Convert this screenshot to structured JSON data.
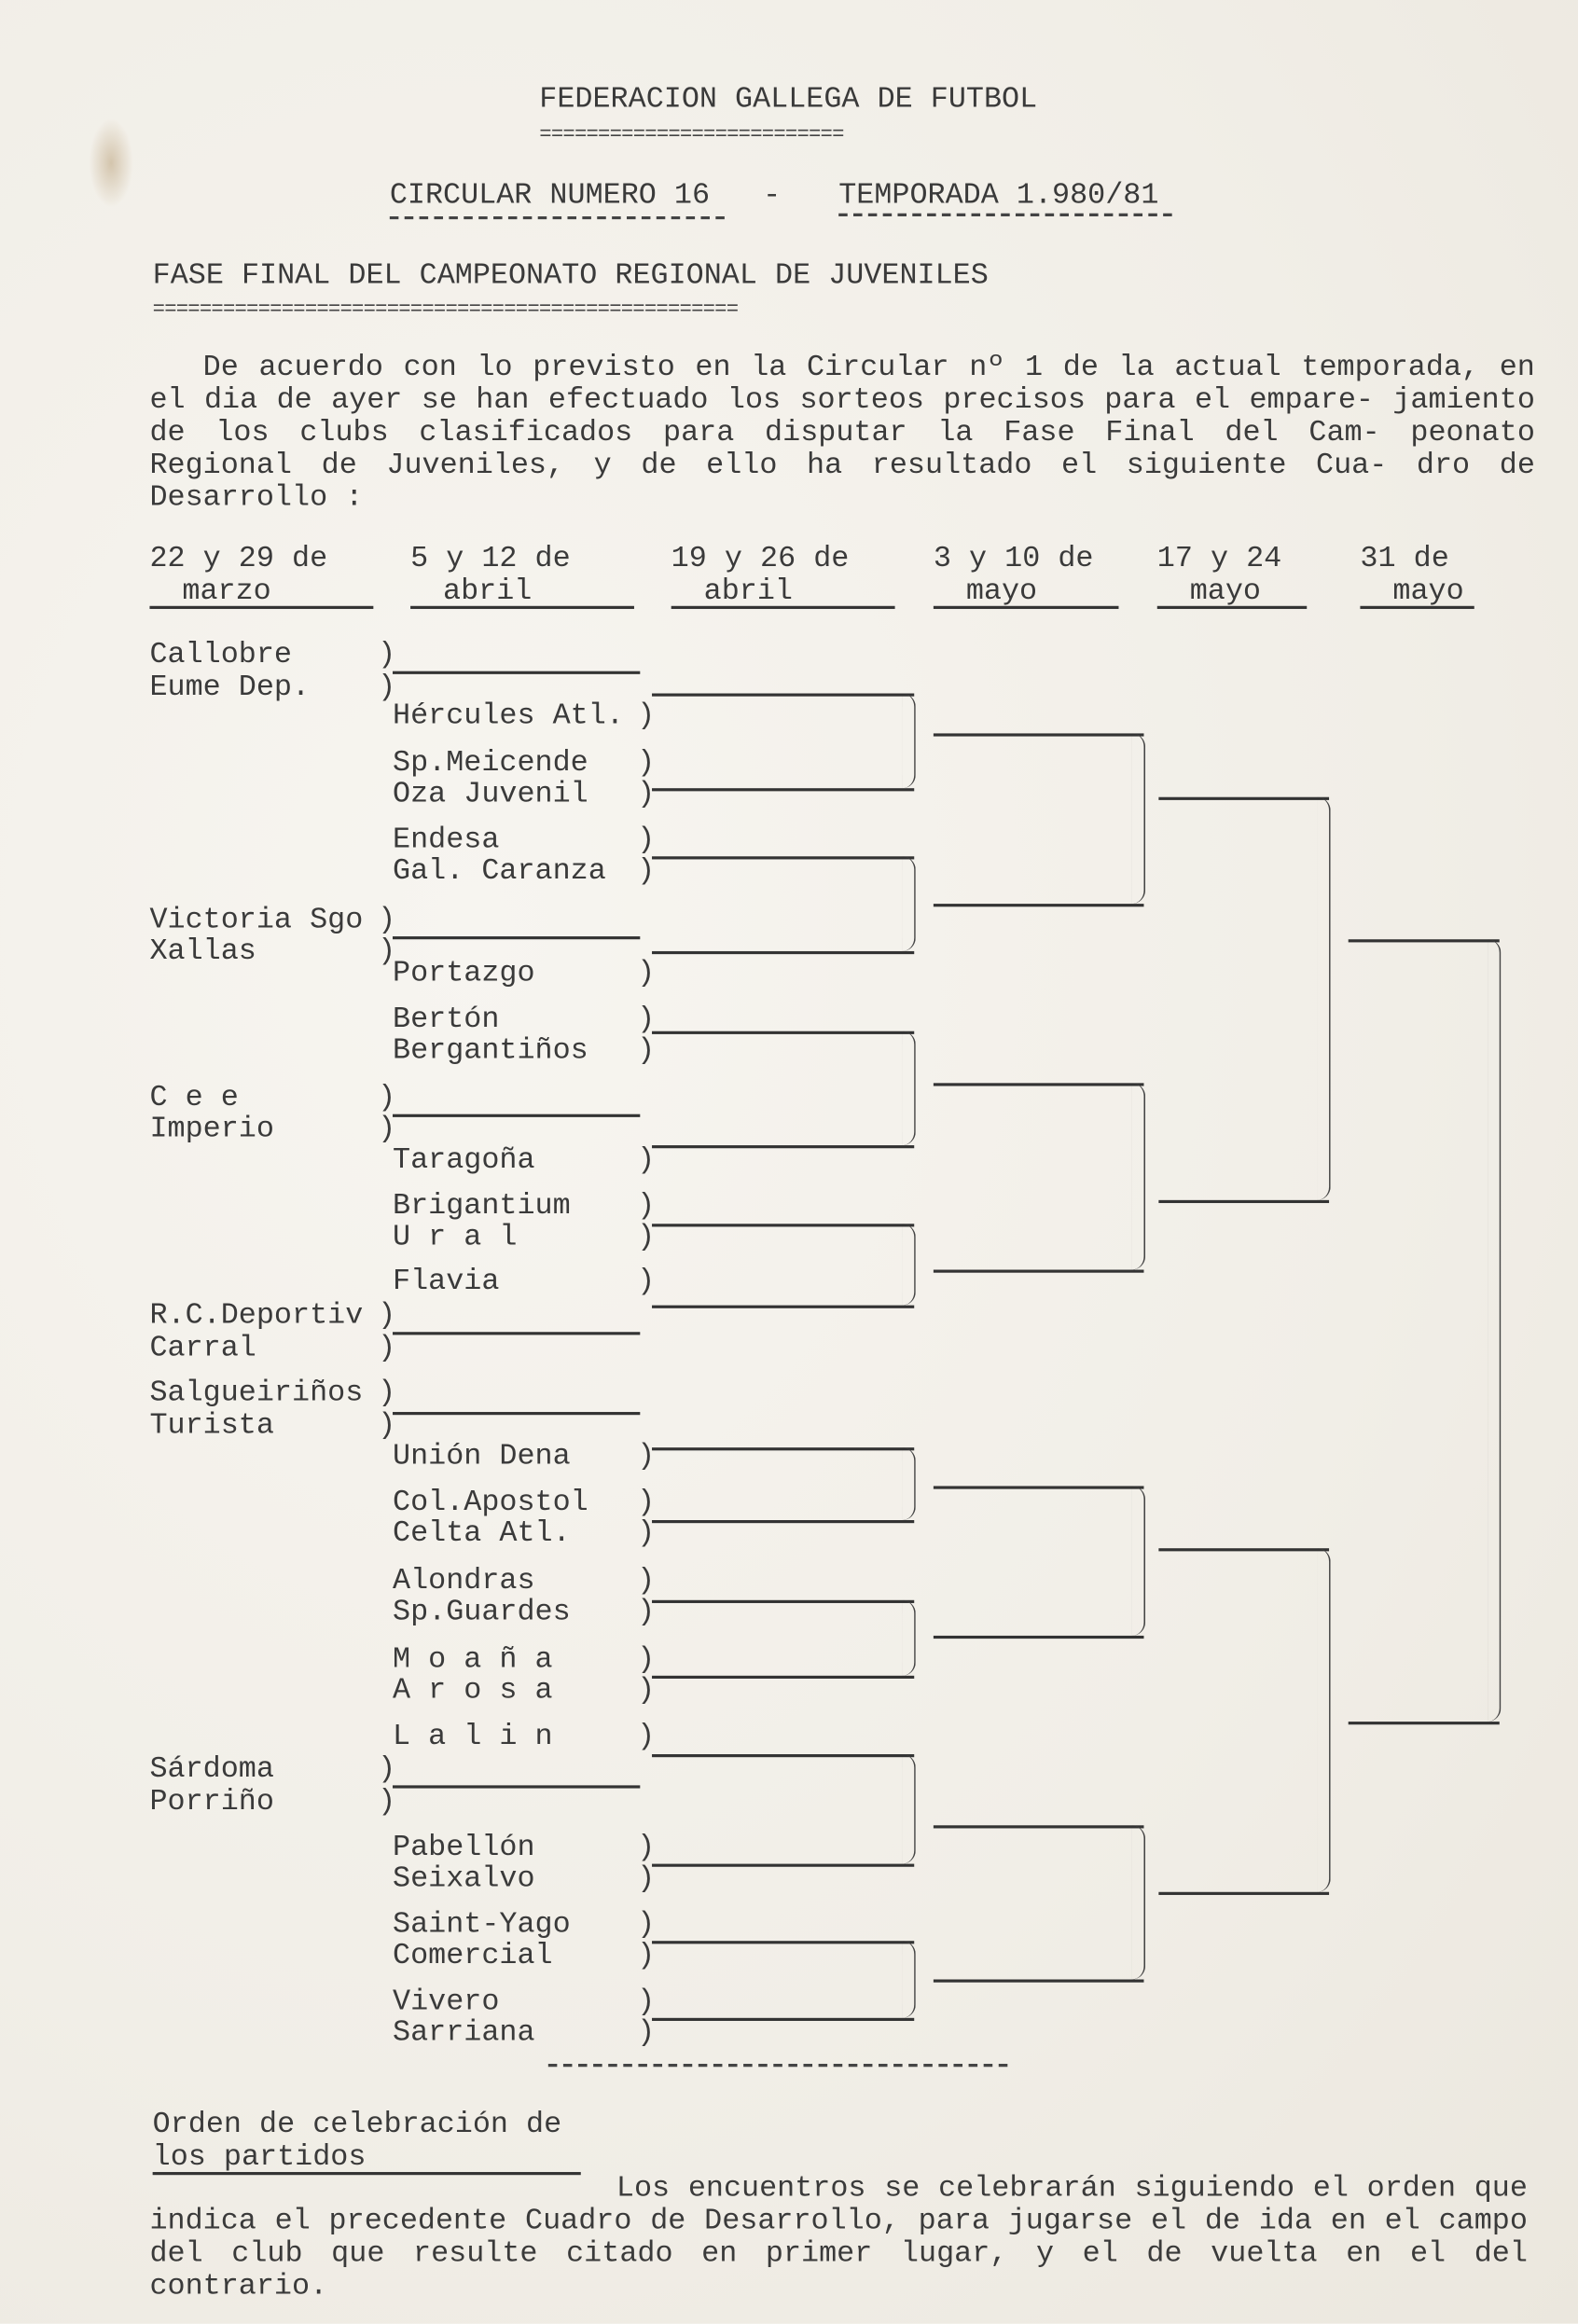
{
  "header": {
    "org": "FEDERACION GALLEGA DE FUTBOL",
    "circular": "CIRCULAR NUMERO 16",
    "separator": "-",
    "season": "TEMPORADA 1.980/81",
    "subject": "FASE FINAL DEL CAMPEONATO REGIONAL DE JUVENILES"
  },
  "intro": "De acuerdo con lo previsto en la Circular nº 1 de la actual temporada, en el dia de ayer se han efectuado los sorteos precisos para el empare- jamiento de los clubs clasificados para disputar la Fase Final del Cam- peonato Regional de Juveniles, y de ello ha resultado el siguiente Cua- dro de Desarrollo :",
  "rounds": [
    {
      "line1": "22 y 29 de",
      "line2": "marzo"
    },
    {
      "line1": "5 y 12 de",
      "line2": "abril"
    },
    {
      "line1": "19 y 26 de",
      "line2": "abril"
    },
    {
      "line1": "3 y 10 de",
      "line2": "mayo"
    },
    {
      "line1": "17 y 24",
      "line2": "mayo"
    },
    {
      "line1": "31 de",
      "line2": "mayo"
    }
  ],
  "first_round_teams": [
    "Callobre",
    "Eume Dep.",
    "Victoria Sgo",
    "Xallas",
    "C e e",
    "Imperio",
    "R.C.Deportiv",
    "Carral",
    "Salgueiriños",
    "Turista",
    "Sárdoma",
    "Porriño"
  ],
  "second_round_teams": [
    "Hércules Atl.",
    "Sp.Meicende",
    "Oza Juvenil",
    "Endesa",
    "Gal. Caranza",
    "Portazgo",
    "Bertón",
    "Bergantiños",
    "Taragoña",
    "Brigantium",
    "U r a l",
    "Flavia",
    "Unión Dena",
    "Col.Apostol",
    "Celta Atl.",
    "Alondras",
    "Sp.Guardes",
    "M o a ñ a",
    "A r o s a",
    "L a l i n",
    "Pabellón",
    "Seixalvo",
    "Saint-Yago",
    "Comercial",
    "Vivero",
    "Sarriana"
  ],
  "footer": {
    "heading_line1": "Orden de celebración de",
    "heading_line2": "los partidos",
    "text": "Los encuentros se celebrarán siguiendo el orden que indica el precedente Cuadro de Desarrollo, para jugarse el de ida en el campo del club que resulte citado en primer lugar, y el de vuelta en el del contrario."
  }
}
